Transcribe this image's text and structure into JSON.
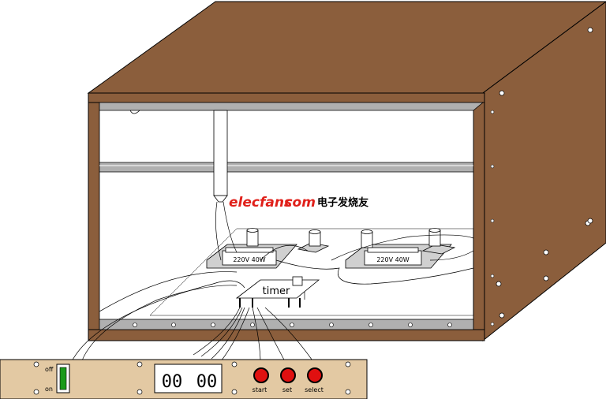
{
  "watermark": {
    "brand": "elecfans",
    "dot_com": "·com",
    "chinese": "电子发烧友"
  },
  "ballast_left": {
    "rating": "220V 40W"
  },
  "ballast_right": {
    "rating": "220V 40W"
  },
  "timer": {
    "label": "timer"
  },
  "control_panel": {
    "switch_off_label": "off",
    "switch_on_label": "on",
    "display_left": "00",
    "display_right": "00",
    "buttons": [
      {
        "label": "start"
      },
      {
        "label": "set"
      },
      {
        "label": "select"
      }
    ]
  },
  "colors": {
    "cabinet_brown": "#8b5e3c",
    "cabinet_top": "#7a5233",
    "panel_tan": "#e3c9a3",
    "button_red": "#e01010",
    "switch_green": "#1a9a1a",
    "watermark_red": "#e0201a",
    "rail_gray": "#b0b0b0"
  }
}
